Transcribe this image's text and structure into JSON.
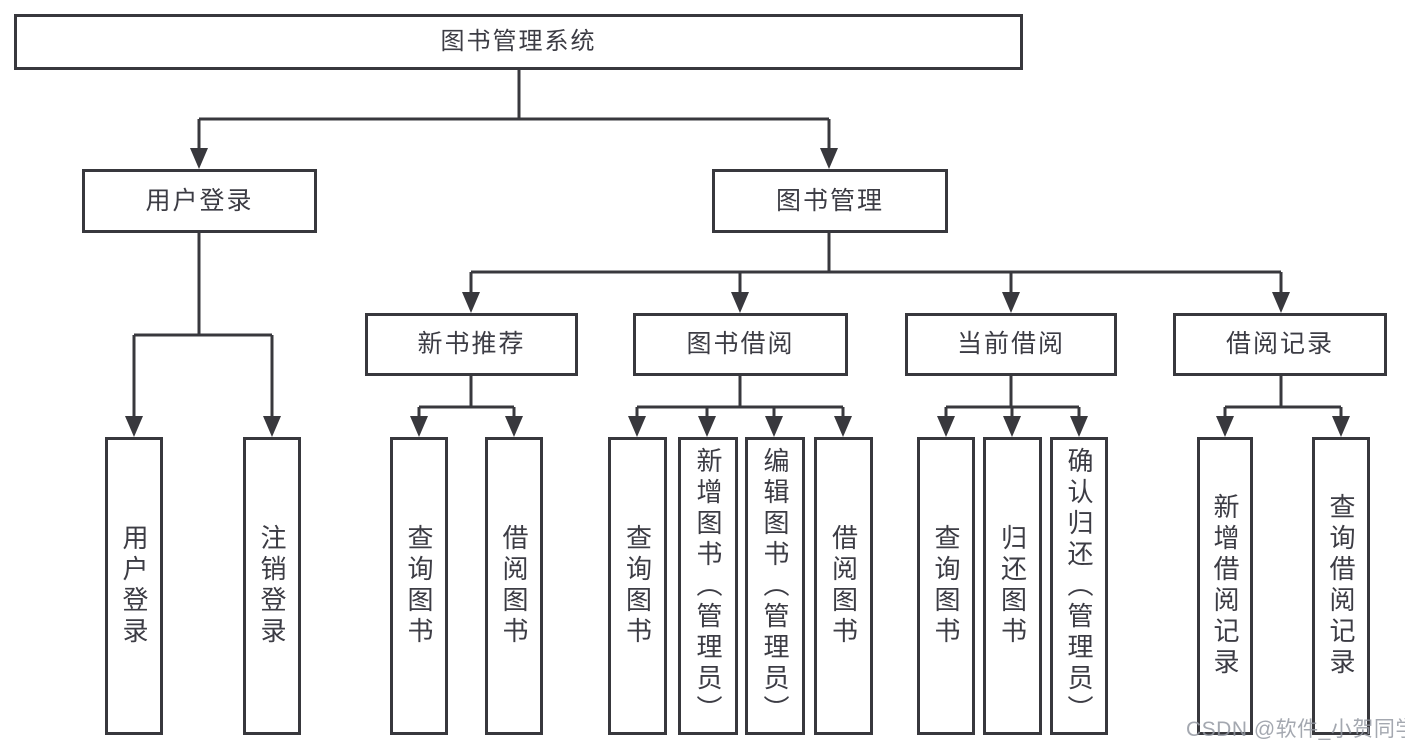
{
  "tree": {
    "root": {
      "label": "图书管理系统"
    },
    "branches": [
      {
        "label": "用户登录",
        "children": [
          {
            "label": "用户登录"
          },
          {
            "label": "注销登录"
          }
        ]
      },
      {
        "label": "图书管理",
        "children": [
          {
            "label": "新书推荐",
            "children": [
              {
                "label": "查询图书"
              },
              {
                "label": "借阅图书"
              }
            ]
          },
          {
            "label": "图书借阅",
            "children": [
              {
                "label": "查询图书"
              },
              {
                "label": "新增图书（管理员）"
              },
              {
                "label": "编辑图书（管理员）"
              },
              {
                "label": "借阅图书"
              }
            ]
          },
          {
            "label": "当前借阅",
            "children": [
              {
                "label": "查询图书"
              },
              {
                "label": "归还图书"
              },
              {
                "label": "确认归还（管理员）"
              }
            ]
          },
          {
            "label": "借阅记录",
            "children": [
              {
                "label": "新增借阅记录"
              },
              {
                "label": "查询借阅记录"
              }
            ]
          }
        ]
      }
    ]
  },
  "watermark": "CSDN @软件_小贺同学",
  "colors": {
    "line": "#38383d",
    "box_border": "#38383d",
    "text": "#3c3c44",
    "background": "#ffffff",
    "watermark": "#9499a2"
  }
}
